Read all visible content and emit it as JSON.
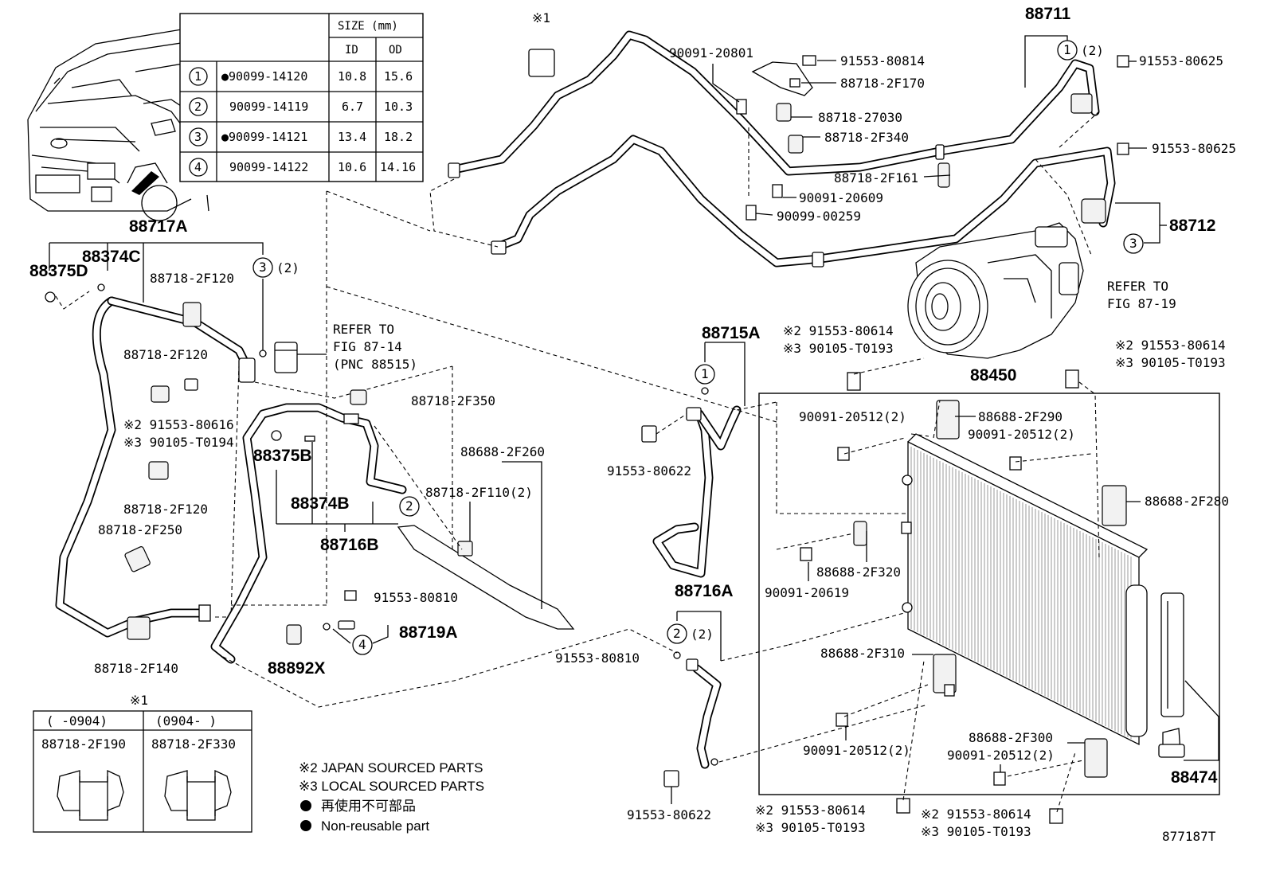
{
  "figure_id": "877187T",
  "size_table": {
    "header_size": "SIZE (mm)",
    "header_id": "ID",
    "header_od": "OD",
    "rows": [
      {
        "no": "1",
        "part": "●90099-14120",
        "id": "10.8",
        "od": "15.6"
      },
      {
        "no": "2",
        "part": "90099-14119",
        "id": "6.7",
        "od": "10.3"
      },
      {
        "no": "3",
        "part": "●90099-14121",
        "id": "13.4",
        "od": "18.2"
      },
      {
        "no": "4",
        "part": "90099-14122",
        "id": "10.6",
        "od": "14.16"
      }
    ]
  },
  "inset": {
    "mark": "※1",
    "col1_range": "(   -0904)",
    "col2_range": "(0904-    )",
    "col1_part": "88718-2F190",
    "col2_part": "88718-2F330"
  },
  "notes": {
    "japan": "※2 JAPAN SOURCED PARTS",
    "local": "※3 LOCAL SOURCED PARTS",
    "non_reuse_jp": "再使用不可部品",
    "non_reuse_en": "Non-reusable part"
  },
  "refs": {
    "fig8714_a": "REFER TO",
    "fig8714_b": "FIG 87-14",
    "fig8714_c": "(PNC 88515)",
    "fig8719_a": "REFER TO",
    "fig8719_b": "FIG 87-19"
  },
  "callouts": {
    "c1": "1",
    "c2": "2",
    "c3": "3",
    "c4": "4",
    "x2": "(2)"
  },
  "labels": {
    "p88717A": "88717A",
    "p88375D": "88375D",
    "p88374C": "88374C",
    "p88718_2F120_a": "88718-2F120",
    "p88718_2F120_b": "88718-2F120",
    "p88718_2F120_c": "88718-2F120",
    "p88718_2F250": "88718-2F250",
    "p88718_2F140": "88718-2F140",
    "p91553_80616": "※2 91553-80616",
    "p90105_T0194": "※3 90105-T0194",
    "p88375B": "88375B",
    "p88374B": "88374B",
    "p88716B": "88716B",
    "p88718_2F350": "88718-2F350",
    "p88688_2F260": "88688-2F260",
    "p88718_2F110": "88718-2F110(2)",
    "p91553_80810_a": "91553-80810",
    "p91553_80810_b": "91553-80810",
    "p88719A": "88719A",
    "p88892X": "88892X",
    "pX1_top": "※1",
    "p90091_20801": "90091-20801",
    "p91553_80814": "91553-80814",
    "p88718_2F170": "88718-2F170",
    "p88718_27030": "88718-27030",
    "p88718_2F340": "88718-2F340",
    "p88718_2F161": "88718-2F161",
    "p90091_20609": "90091-20609",
    "p90099_00259": "90099-00259",
    "p88711": "88711",
    "p91553_80625_a": "91553-80625",
    "p91553_80625_b": "91553-80625",
    "p88712": "88712",
    "p88715A": "88715A",
    "p91553_80622_a": "91553-80622",
    "p91553_80622_b": "91553-80622",
    "p88716A": "88716A",
    "p88450": "88450",
    "p91553_80614_a": "※2 91553-80614",
    "p90105_T0193_a": "※3 90105-T0193",
    "p91553_80614_b": "※2 91553-80614",
    "p90105_T0193_b": "※3 90105-T0193",
    "p91553_80614_c": "※2 91553-80614",
    "p90105_T0193_c": "※3 90105-T0193",
    "p91553_80614_d": "※2 91553-80614",
    "p90105_T0193_d": "※3 90105-T0193",
    "p90091_20512_a": "90091-20512(2)",
    "p88688_2F290": "88688-2F290",
    "p90091_20512_b": "90091-20512(2)",
    "p88688_2F280": "88688-2F280",
    "p88688_2F320": "88688-2F320",
    "p90091_20619": "90091-20619",
    "p88688_2F310": "88688-2F310",
    "p90091_20512_c": "90091-20512(2)",
    "p88688_2F300": "88688-2F300",
    "p90091_20512_d": "90091-20512(2)",
    "p88474": "88474"
  }
}
